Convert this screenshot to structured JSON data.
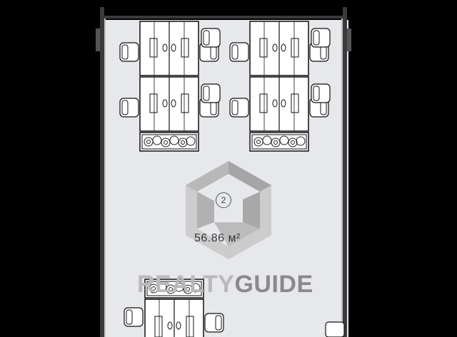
{
  "plan": {
    "room_number": "2",
    "area": "56.86 м²",
    "watermark": {
      "part1": "REALTY",
      "part2": "GUIDE"
    }
  },
  "colors": {
    "background": "#000000",
    "floor": "#e6e8eb",
    "walls": "#3a3a3a",
    "furniture_line": "#111111",
    "logo_light": "#c8c8c8",
    "logo_dark": "#8f8f8f"
  },
  "icons": [
    "desk-cluster-icon",
    "chair-icon",
    "planter-icon",
    "logo-hexagon-icon"
  ]
}
